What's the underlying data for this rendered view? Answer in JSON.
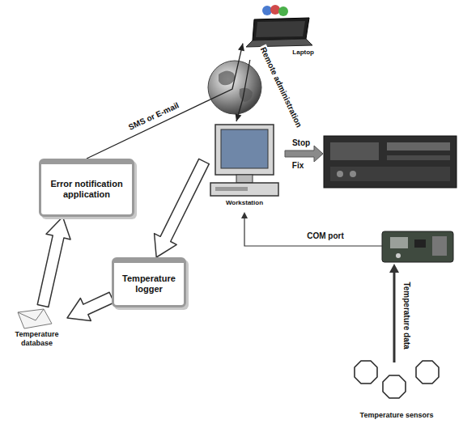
{
  "diagram": {
    "nodes": [
      {
        "text": [
          "Laptop"
        ]
      },
      {
        "text": [
          "Workstation"
        ]
      },
      {
        "text": [
          "Error notification application"
        ]
      },
      {
        "text": [
          "Temperature logger"
        ]
      },
      {
        "text": [
          "Temperature database"
        ]
      },
      {
        "text": [
          "Temperature sensors"
        ]
      }
    ],
    "edges": [
      {
        "from": 2,
        "to": 0,
        "label": "SMS or E-mail",
        "arrow": "to"
      },
      {
        "from": 0,
        "to": 1,
        "label": "Remote administration",
        "arrow": "to"
      },
      {
        "from": 1,
        "to": 3,
        "arrow": "to"
      },
      {
        "from": 3,
        "to": 4,
        "arrow": "to"
      },
      {
        "from": 4,
        "to": 2,
        "arrow": "to"
      }
    ],
    "labels": [
      "Stop",
      "Fix",
      "COM port",
      "Temperature data"
    ]
  }
}
